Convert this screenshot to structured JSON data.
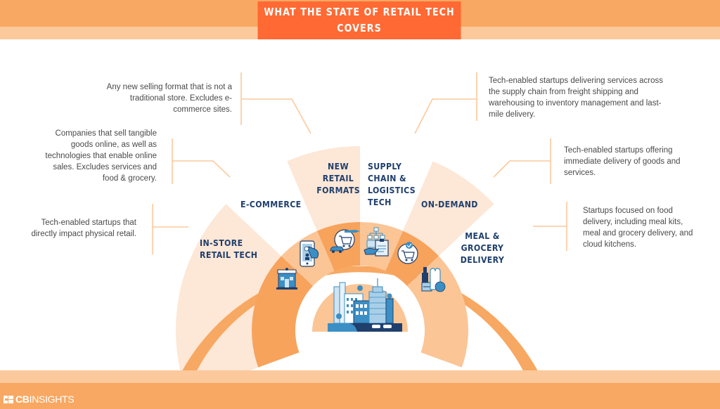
{
  "header": {
    "title_line1": "WHAT THE STATE OF RETAIL TECH",
    "title_line2": "COVERS"
  },
  "colors": {
    "title_bg": "#ff6933",
    "band_dark": "#f8a862",
    "band_light": "#fcc99c",
    "ring": "#f7a862",
    "sector_light": "#fde7d6",
    "inner_dark": "#f7a35c",
    "inner_light": "#fbc596",
    "label_text": "#1f3f6d",
    "icon_blue": "#3b8fc4",
    "icon_navy": "#1f3f6d"
  },
  "segments": [
    {
      "id": "in-store",
      "label_line1": "IN-STORE",
      "label_line2": "RETAIL TECH",
      "description": "Tech-enabled startups that directly impact physical retail.",
      "icon": "storefront-icon"
    },
    {
      "id": "e-commerce",
      "label_line1": "E-COMMERCE",
      "description": "Companies that sell tangible goods online, as well as technologies that enable online sales. Excludes services and food & grocery.",
      "icon": "mobile-phone-hand-icon"
    },
    {
      "id": "new-retail-formats",
      "label_line1": "NEW",
      "label_line2": "RETAIL",
      "label_line3": "FORMATS",
      "description": "Any new selling format that is not a traditional store. Excludes e-commerce sites.",
      "icon": "cart-plane-car-icon"
    },
    {
      "id": "supply-chain",
      "label_line1": "SUPPLY",
      "label_line2": "CHAIN &",
      "label_line3": "LOGISTICS",
      "label_line4": "TECH",
      "description": "Tech-enabled startups delivering services across the supply chain from freight shipping and warehousing to inventory management and last-mile delivery.",
      "icon": "org-chart-clipboard-icon"
    },
    {
      "id": "on-demand",
      "label_line1": "ON-DEMAND",
      "description": "Tech-enabled startups offering immediate delivery of goods and services.",
      "icon": "cart-check-icon"
    },
    {
      "id": "meal-grocery",
      "label_line1": "MEAL &",
      "label_line2": "GROCERY",
      "label_line3": "DELIVERY",
      "description": "Startups focused on food delivery, including meal kits, meal and grocery delivery, and cloud kitchens.",
      "icon": "grocery-bag-icon"
    }
  ],
  "descriptions": {
    "new_retail": [
      "Any new selling format that is not a",
      "traditional store. Excludes e-",
      "commerce sites."
    ],
    "e_commerce": [
      "Companies that sell tangible",
      "goods online, as well as",
      "technologies that enable online",
      "sales. Excludes services and",
      "food & grocery."
    ],
    "in_store": [
      "Tech-enabled startups that",
      "directly impact physical retail."
    ],
    "supply_chain": [
      "Tech-enabled startups delivering services across",
      "the supply chain from freight shipping and",
      "warehousing to inventory management and last-",
      "mile delivery."
    ],
    "on_demand": [
      "Tech-enabled startups offering",
      "immediate delivery of goods and",
      "services."
    ],
    "meal_grocery": [
      "Startups focused on food",
      "delivery, including meal kits,",
      "meal and grocery delivery, and",
      "cloud kitchens."
    ]
  },
  "center_icon": "city-skyline-icon",
  "footer": {
    "logo_cb": "CB",
    "logo_rest": "INSIGHTS"
  }
}
